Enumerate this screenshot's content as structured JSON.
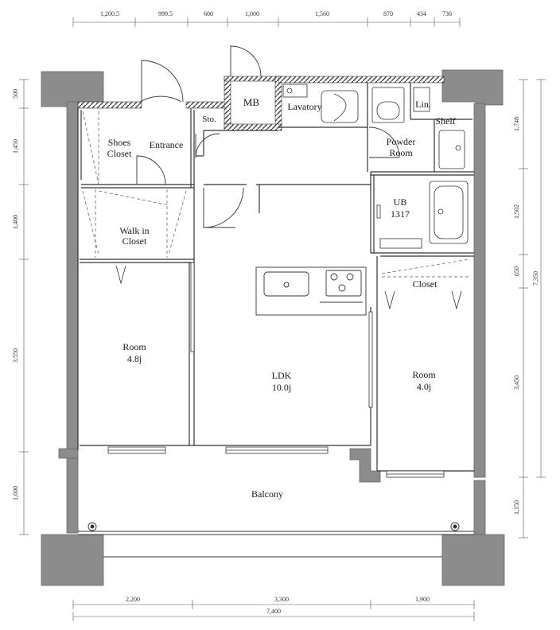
{
  "dimensions": {
    "top": [
      "1,200.5",
      "999.5",
      "600",
      "1,000",
      "1,560",
      "870",
      "434",
      "736"
    ],
    "bottom": [
      "2,200",
      "3,300",
      "1,900"
    ],
    "bottom_total": "7,400",
    "left": [
      "500",
      "1,450",
      "1,400",
      "3,550",
      "1,600"
    ],
    "right": [
      "1,748",
      "1,502",
      "650",
      "3,450",
      "1,150"
    ],
    "right_total": "7,350"
  },
  "rooms": {
    "shoes_closet": [
      "Shoes",
      "Closet"
    ],
    "entrance": "Entrance",
    "sto": "Sto.",
    "mb": "MB",
    "lavatory": "Lavatory",
    "lin": "Lin.",
    "shelf": "Shelf",
    "powder_room": [
      "Powder",
      "Room"
    ],
    "ub": [
      "UB",
      "1317"
    ],
    "walk_in_closet": [
      "Walk in",
      "Closet"
    ],
    "closet": "Closet",
    "room_west": [
      "Room",
      "4.8j"
    ],
    "ldk": [
      "LDK",
      "10.0j"
    ],
    "room_east": [
      "Room",
      "4.0j"
    ],
    "balcony": "Balcony"
  },
  "colors": {
    "wall": "#8c8c8c",
    "hatch": "#555555",
    "line": "#333333",
    "fixture": "#666666"
  }
}
